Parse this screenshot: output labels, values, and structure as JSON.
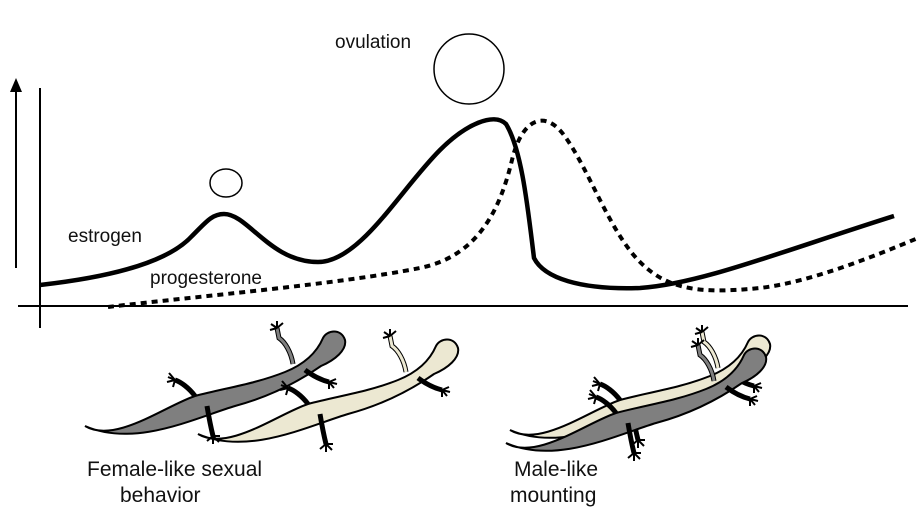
{
  "labels": {
    "ovulation": "ovulation",
    "estrogen": "estrogen",
    "progesterone": "progesterone"
  },
  "captions": {
    "female_line1": "Female-like sexual",
    "female_line2": "behavior",
    "male_line1": "Male-like",
    "male_line2": "mounting"
  },
  "colors": {
    "line": "#000000",
    "lizard_dark": "#7f7f7f",
    "lizard_light": "#ece8d2"
  },
  "icons": {
    "y_axis_arrow": "arrow-up-icon",
    "lizard": "lizard-icon"
  }
}
